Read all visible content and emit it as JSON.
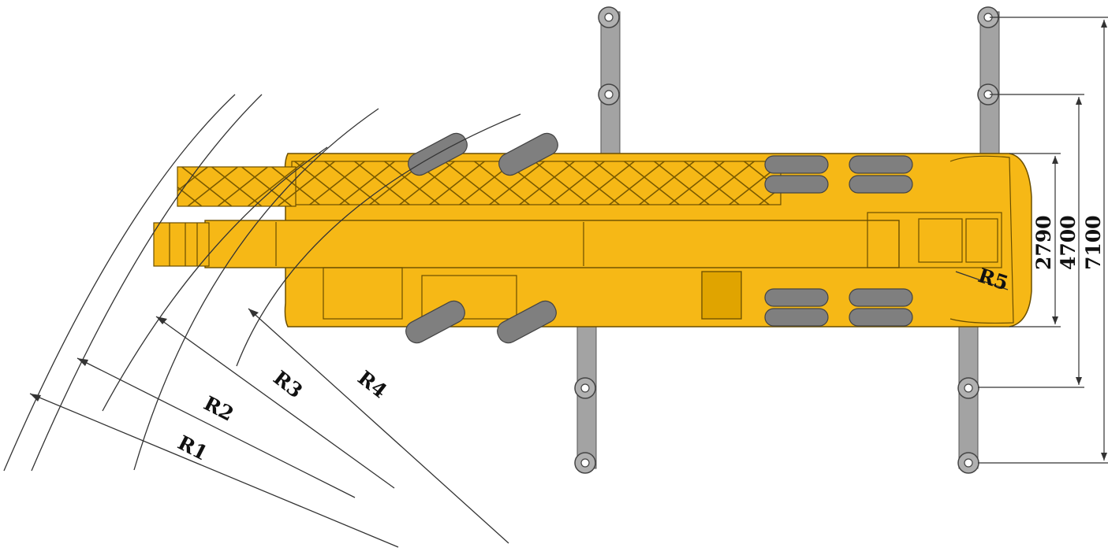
{
  "radius_labels": [
    "R1",
    "R2",
    "R3",
    "R4",
    "R5"
  ],
  "dimension_labels": [
    "2790",
    "4700",
    "7100"
  ],
  "colors": {
    "body": "#F6B816",
    "body_dark": "#D99A00",
    "tire": "#808080",
    "outrigger": "#A0A0A0",
    "line": "#333333",
    "background": "#FFFFFF"
  }
}
